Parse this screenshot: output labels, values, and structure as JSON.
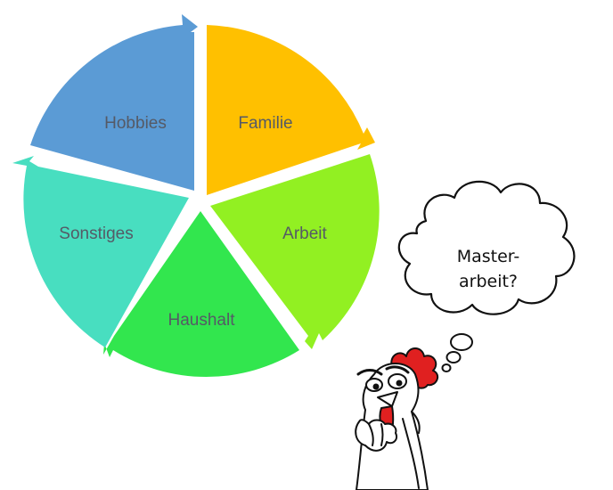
{
  "cycle": {
    "segments": [
      {
        "label": "Familie",
        "color": "#FFC000"
      },
      {
        "label": "Arbeit",
        "color": "#92F022"
      },
      {
        "label": "Haushalt",
        "color": "#32E64E"
      },
      {
        "label": "Sonstiges",
        "color": "#48DEC0"
      },
      {
        "label": "Hobbies",
        "color": "#5B9BD5"
      }
    ]
  },
  "thought_bubble": {
    "line1": "Master-",
    "line2": "arbeit?"
  },
  "mascot": {
    "icon": "chicken-thinking-icon",
    "comb_color": "#E02020",
    "wattle_color": "#E02020"
  }
}
